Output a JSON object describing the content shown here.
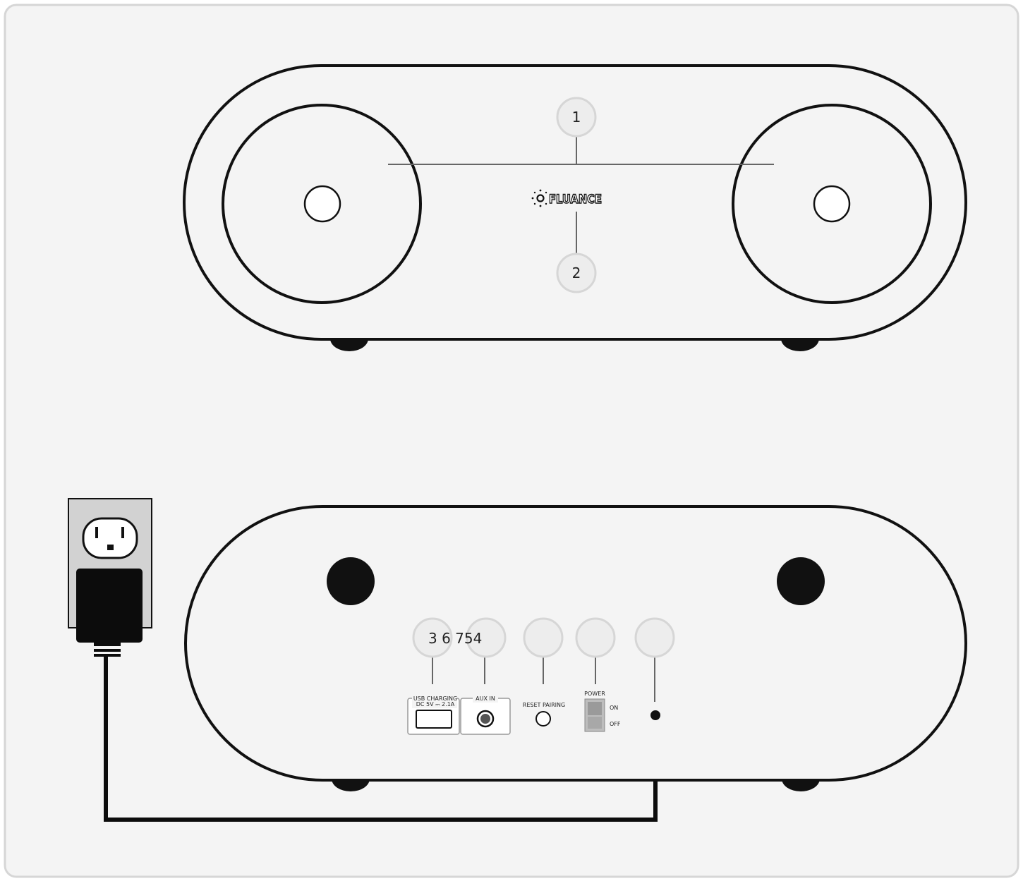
{
  "front_view": {
    "logo": "FLUANCE",
    "callouts": [
      "1",
      "2"
    ]
  },
  "rear_view": {
    "callouts_label": "3 6 754",
    "ports": {
      "usb_label_line1": "USB CHARGING",
      "usb_label_line2": "DC 5V ⎓ 2.1A",
      "aux_label": "AUX IN",
      "reset_label": "RESET PAIRING",
      "power_label": "POWER",
      "power_on": "ON",
      "power_off": "OFF"
    }
  },
  "colors": {
    "background": "#f4f4f4",
    "frame": "#d6d6d6",
    "outline": "#111111",
    "callout_fill": "#ededed",
    "callout_stroke": "#d9d9d9",
    "outlet_plate": "#d2d2d2"
  }
}
